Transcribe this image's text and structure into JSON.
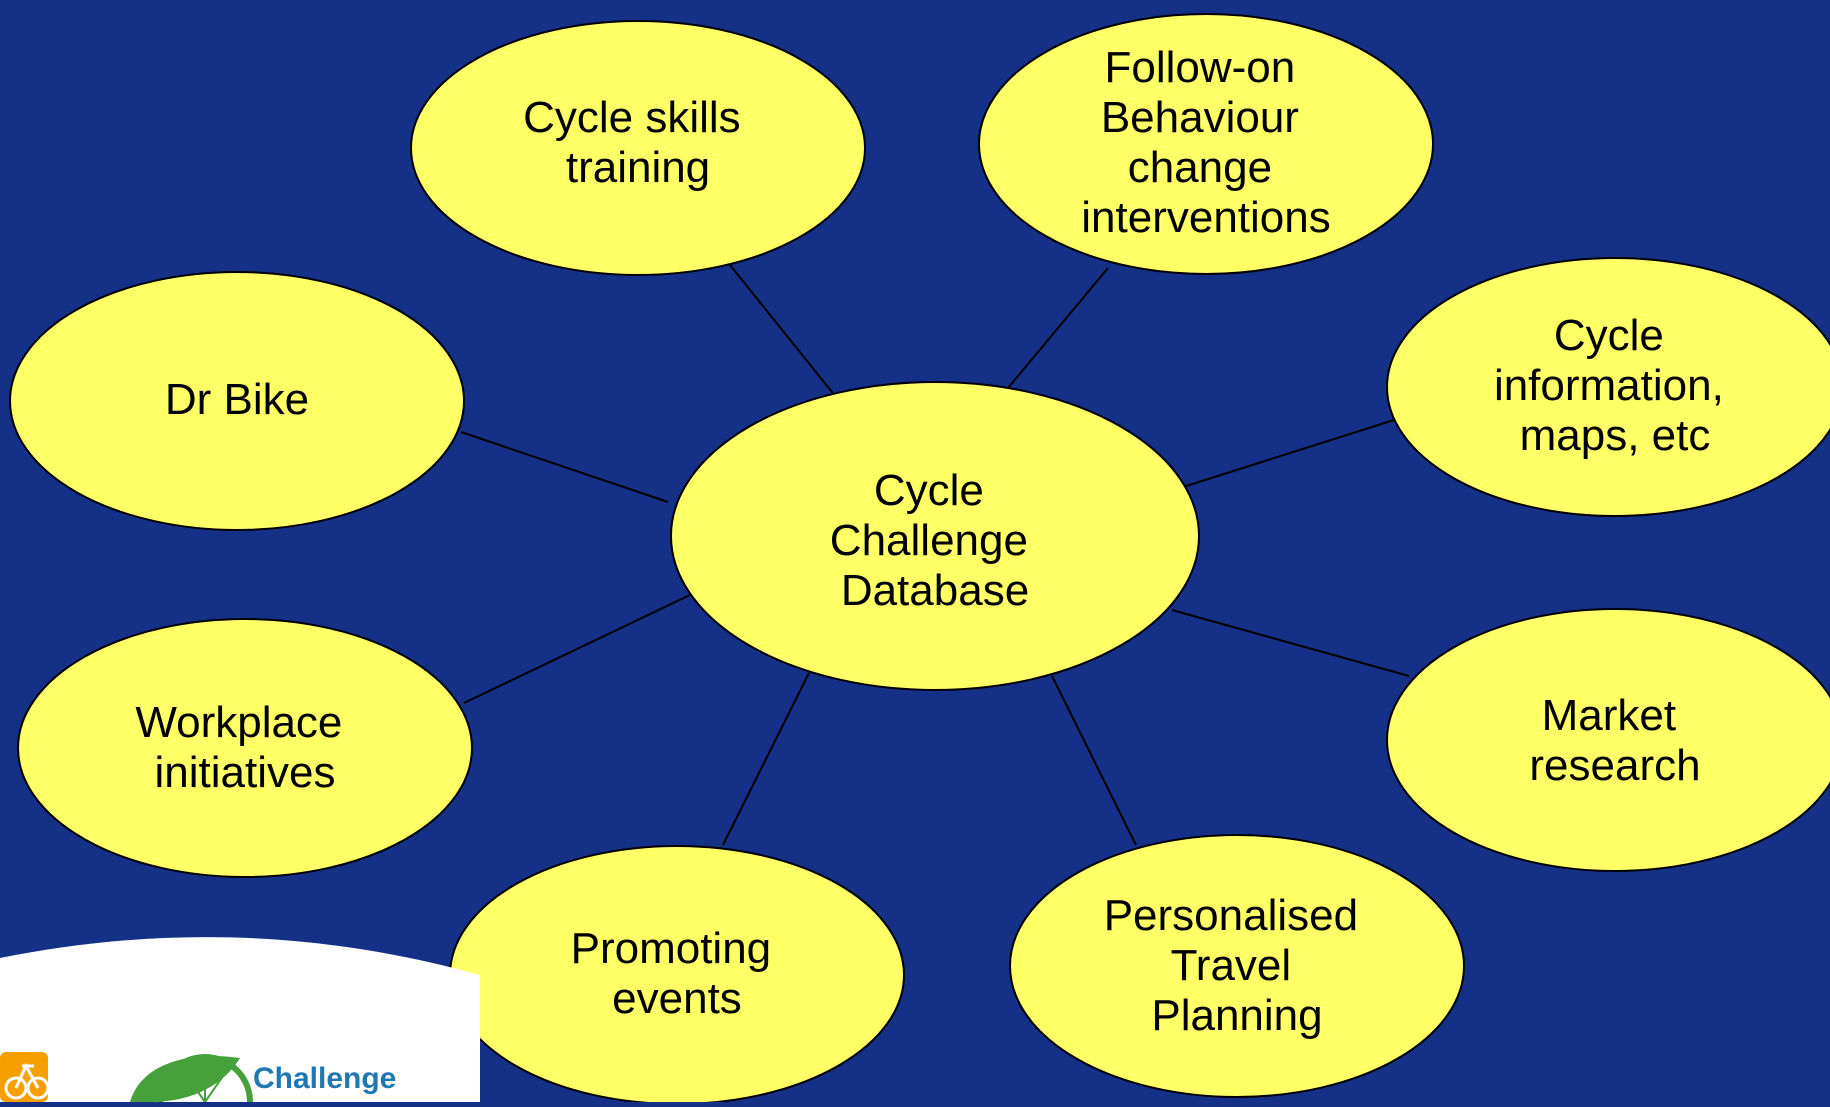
{
  "center": {
    "lines": [
      "Cycle",
      "Challenge",
      "Database"
    ]
  },
  "nodes": [
    {
      "id": "cycle-skills-training",
      "lines": [
        "Cycle skills",
        "training"
      ]
    },
    {
      "id": "follow-on-behaviour",
      "lines": [
        "Follow-on",
        "Behaviour",
        "change",
        "interventions"
      ]
    },
    {
      "id": "dr-bike",
      "lines": [
        "Dr Bike"
      ]
    },
    {
      "id": "cycle-information",
      "lines": [
        "Cycle",
        "information,",
        "maps, etc"
      ]
    },
    {
      "id": "workplace-initiatives",
      "lines": [
        "Workplace",
        "initiatives"
      ]
    },
    {
      "id": "market-research",
      "lines": [
        "Market",
        "research"
      ]
    },
    {
      "id": "promoting-events",
      "lines": [
        "Promoting",
        "events"
      ]
    },
    {
      "id": "personalised-travel-planning",
      "lines": [
        "Personalised",
        "Travel",
        "Planning"
      ]
    }
  ],
  "logo": {
    "text": "Challenge"
  },
  "colors": {
    "background": "#143087",
    "bubble": "#FFFF66",
    "stroke": "#000000",
    "logo_blue": "#1E78B4",
    "logo_green": "#46A03C",
    "logo_orange": "#F5A000"
  }
}
